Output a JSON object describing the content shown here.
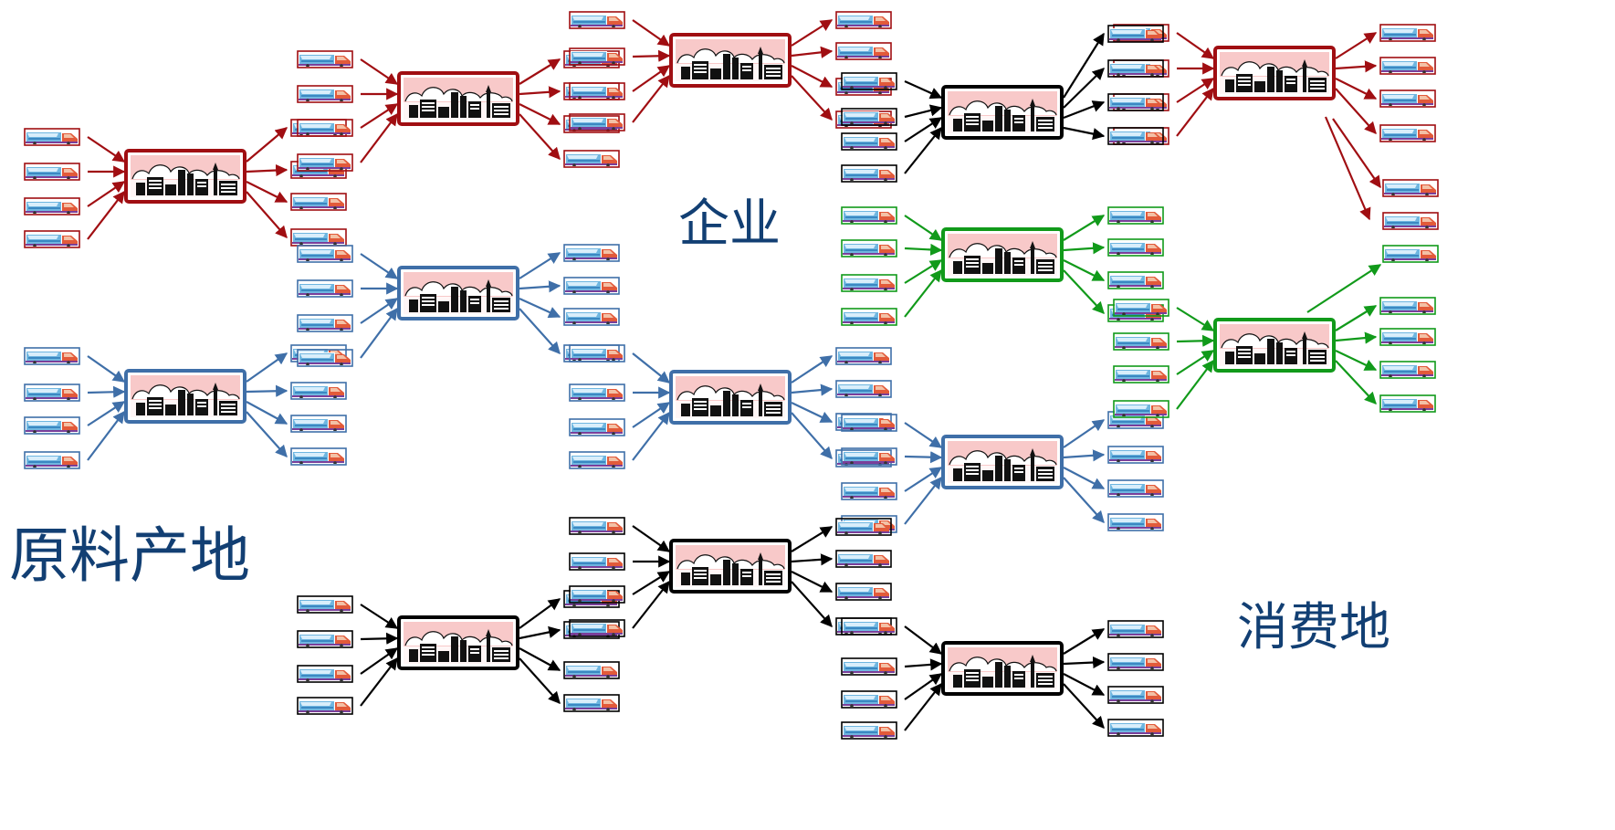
{
  "labels": {
    "origin": "原料产地",
    "enterprise": "企业",
    "consumer": "消费地"
  },
  "colors": {
    "red": "#a00e12",
    "blue": "#3f6fa8",
    "green": "#119a1a",
    "black": "#000000",
    "label_text": "#123f73",
    "factory_sky": "#f8c9c9",
    "factory_ink": "#111111"
  },
  "icons": {
    "factory": "factory-skyline-icon",
    "truck": "truck-icon"
  },
  "factories": [
    {
      "id": "f-r1",
      "color": "red"
    },
    {
      "id": "f-r2",
      "color": "red"
    },
    {
      "id": "f-r3",
      "color": "red"
    },
    {
      "id": "f-r4",
      "color": "red"
    },
    {
      "id": "f-b1",
      "color": "blue"
    },
    {
      "id": "f-b2",
      "color": "blue"
    },
    {
      "id": "f-b3",
      "color": "blue"
    },
    {
      "id": "f-b4",
      "color": "blue"
    },
    {
      "id": "f-k1",
      "color": "black"
    },
    {
      "id": "f-k2",
      "color": "black"
    },
    {
      "id": "f-k3",
      "color": "black"
    },
    {
      "id": "f-k4",
      "color": "black"
    },
    {
      "id": "f-g1",
      "color": "green"
    },
    {
      "id": "f-g2",
      "color": "green"
    }
  ]
}
